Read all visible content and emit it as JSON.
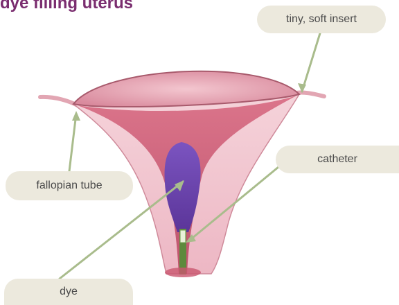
{
  "title": "dye filling uterus",
  "labels": {
    "insert": "tiny, soft insert",
    "fallopian": "fallopian tube",
    "catheter": "catheter",
    "dye": "dye"
  },
  "colors": {
    "title": "#7a2d6f",
    "label_bg": "#ece9dd",
    "leader_line": "#a9bc8c",
    "uterus_light": "#f2c8d2",
    "uterus_inner": "#c9566f",
    "dye": "#6b3aa8",
    "catheter": "#5d8a3c"
  }
}
